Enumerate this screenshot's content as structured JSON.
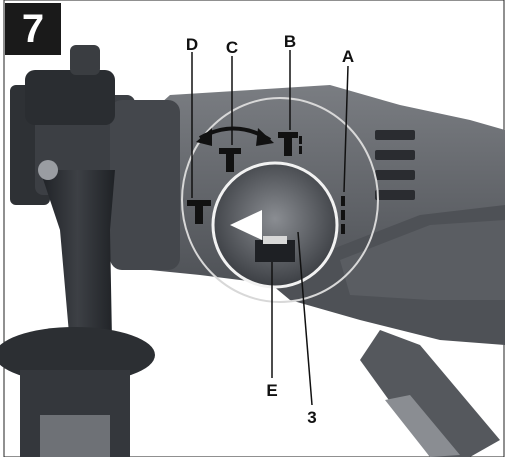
{
  "figure": {
    "number": "7",
    "callouts": {
      "a": "A",
      "b": "B",
      "c": "C",
      "d": "D",
      "e": "E",
      "three": "3"
    }
  },
  "colors": {
    "background": "#ffffff",
    "badge": "#1a1a1a",
    "tool_body": "#5e6166",
    "handle": "#2c2f33",
    "callout_text": "#111111"
  }
}
